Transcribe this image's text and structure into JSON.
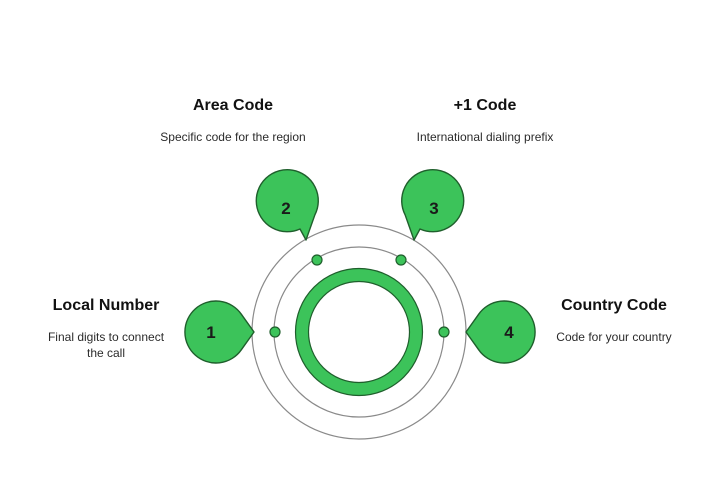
{
  "colors": {
    "accent": "#3cc35a",
    "accent_stroke": "#1f5f2c",
    "ring_stroke": "#8a8a8a",
    "text": "#1a1a1a"
  },
  "steps": [
    {
      "number": "1",
      "title": "Local Number",
      "description": "Final digits to connect the call"
    },
    {
      "number": "2",
      "title": "Area Code",
      "description": "Specific code for the region"
    },
    {
      "number": "3",
      "title": "+1 Code",
      "description": "International dialing prefix"
    },
    {
      "number": "4",
      "title": "Country Code",
      "description": "Code for your country"
    }
  ]
}
